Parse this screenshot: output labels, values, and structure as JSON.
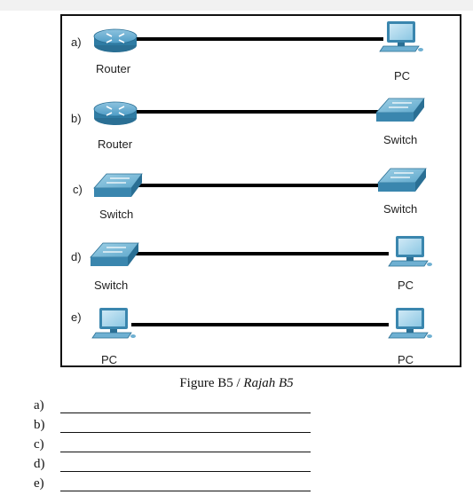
{
  "rows": [
    {
      "letter": "a)",
      "left": {
        "device": "router",
        "label": "Router"
      },
      "right": {
        "device": "pc",
        "label": "PC"
      }
    },
    {
      "letter": "b)",
      "left": {
        "device": "router",
        "label": "Router"
      },
      "right": {
        "device": "switch",
        "label": "Switch"
      }
    },
    {
      "letter": "c)",
      "left": {
        "device": "switch",
        "label": "Switch"
      },
      "right": {
        "device": "switch",
        "label": "Switch"
      }
    },
    {
      "letter": "d)",
      "left": {
        "device": "switch",
        "label": "Switch"
      },
      "right": {
        "device": "pc",
        "label": "PC"
      }
    },
    {
      "letter": "e)",
      "left": {
        "device": "pc",
        "label": "PC"
      },
      "right": {
        "device": "pc",
        "label": "PC"
      }
    }
  ],
  "caption": {
    "main": "Figure B5 / ",
    "italic": "Rajah B5"
  },
  "answers": [
    {
      "letter": "a)"
    },
    {
      "letter": "b)"
    },
    {
      "letter": "c)"
    },
    {
      "letter": "d)"
    },
    {
      "letter": "e)"
    }
  ],
  "colors": {
    "device_blue": "#3f8fb8",
    "device_dark": "#2a6f94",
    "cable": "#000000"
  }
}
